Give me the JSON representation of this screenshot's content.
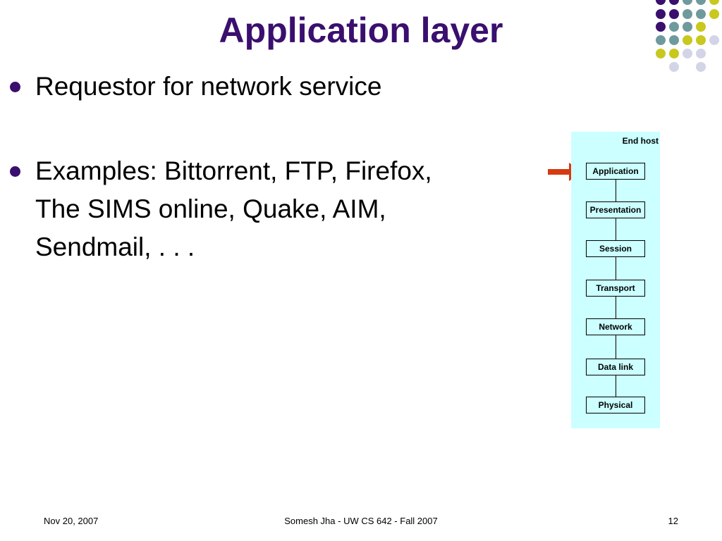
{
  "slide": {
    "title": "Application layer",
    "bullets": [
      {
        "text": "Requestor for network service"
      },
      {
        "text": "Examples:  Bittorrent, FTP, Firefox,\nThe SIMS online, Quake, AIM,\nSendmail, . . ."
      }
    ]
  },
  "diagram": {
    "title": "End host",
    "layers": [
      "Application",
      "Presentation",
      "Session",
      "Transport",
      "Network",
      "Data link",
      "Physical"
    ],
    "highlighted_layer": "Application",
    "arrow_color": "#d63a10",
    "background_color": "#ccffff"
  },
  "footer": {
    "date": "Nov 20, 2007",
    "center": "Somesh Jha - UW CS 642 - Fall 2007",
    "page": "12"
  },
  "theme": {
    "title_color": "#3a0f6e",
    "dot_colors": {
      "purple": "#3a0f6e",
      "teal": "#6e9a9e",
      "yellow": "#c8c81e",
      "lavender": "#d4d4e8"
    }
  }
}
